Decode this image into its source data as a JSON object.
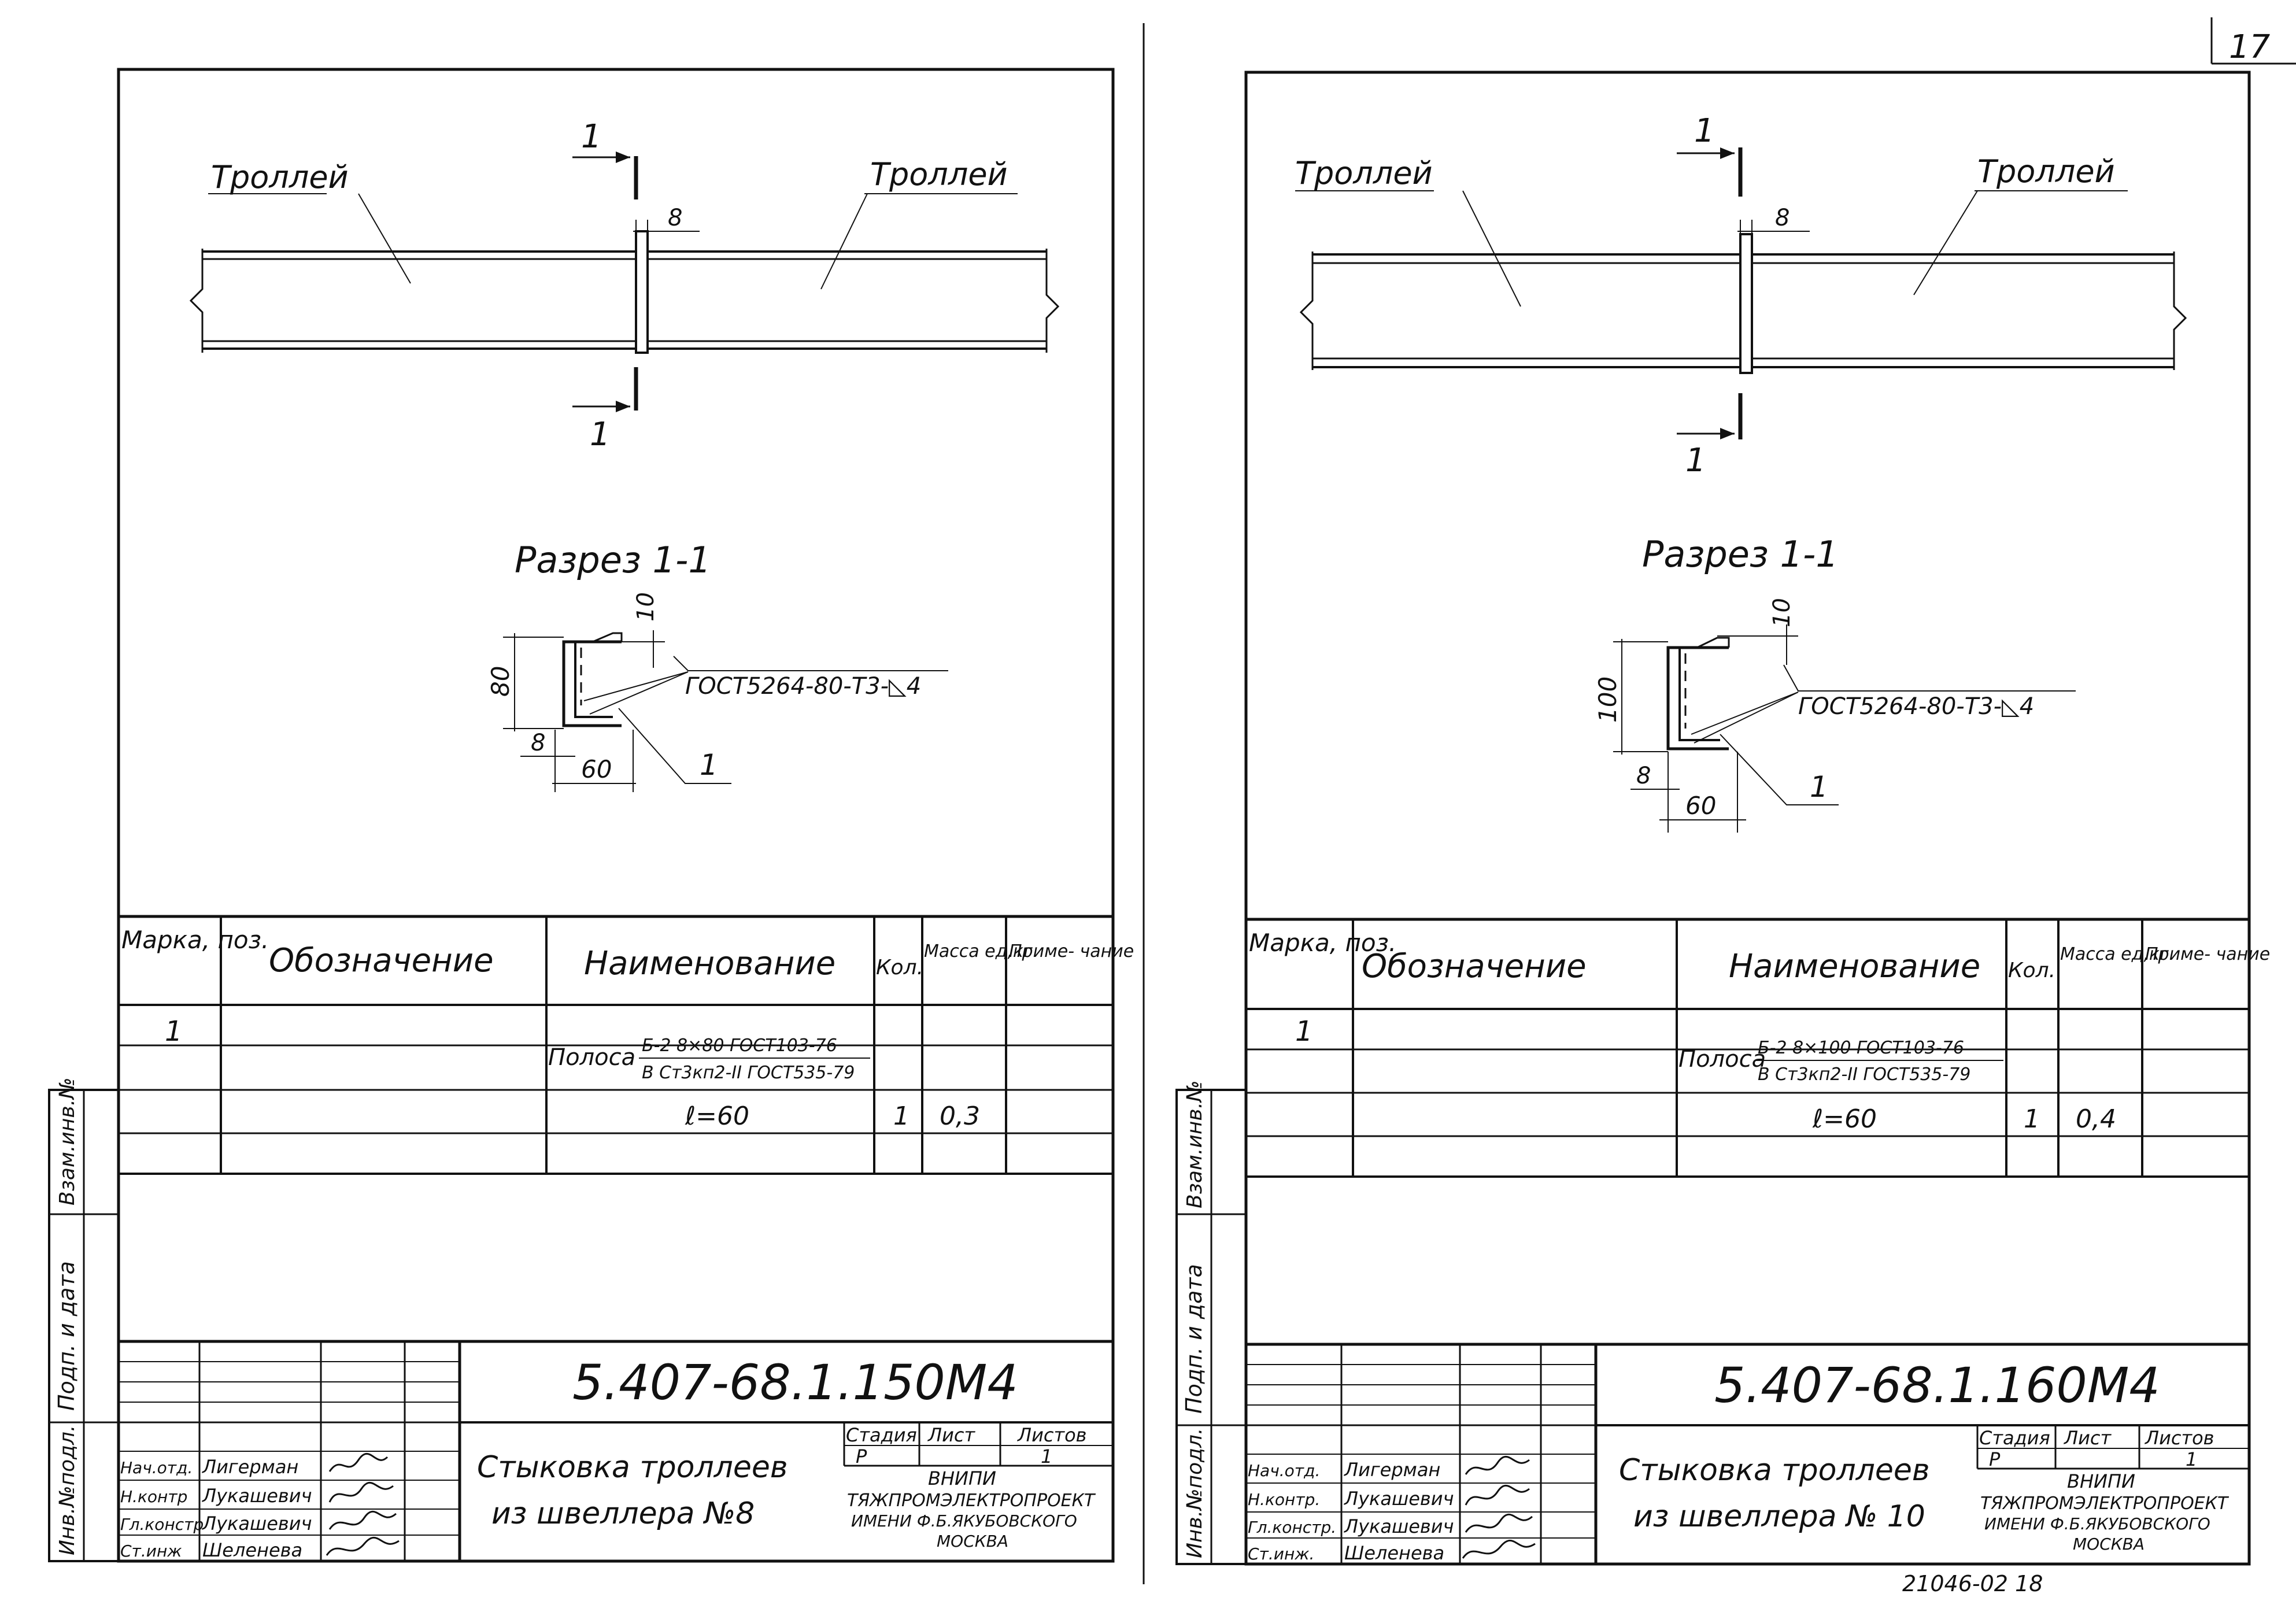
{
  "page_number": "17",
  "footer_code": "21046-02  18",
  "sheets": [
    {
      "trolley_left": "Троллей",
      "trolley_right": "Троллей",
      "section_mark": "1",
      "gap_dim": "8",
      "section_title": "Разрез 1-1",
      "dim_top": "10",
      "dim_height": "80",
      "dim_side": "8",
      "dim_width": "60",
      "weld_note": "ГОСТ5264-80-Т3-◺4",
      "pos_callout": "1",
      "table": {
        "headers": {
          "mark": "Марка, поз.",
          "designation": "Обозначение",
          "name": "Наименование",
          "qty": "Кол.",
          "mass": "Масса ед,кг",
          "note": "Приме- чание"
        },
        "row_pos": "1",
        "item_name": "Полоса",
        "item_spec_top": "Б-2 8×80 ГОСТ103-76",
        "item_spec_bottom": "В Ст3кп2-II ГОСТ535-79",
        "length": "ℓ=60",
        "qty": "1",
        "mass": "0,3"
      },
      "side_labels": {
        "inv_orig": "Инв.№подл.",
        "sign_date": "Подп. и дата",
        "replace_inv": "Взам.инв.№"
      },
      "stamp": {
        "doc_code": "5.407-68.1.150М4",
        "title_line1": "Стыковка троллеев",
        "title_line2": "из швеллера №8",
        "stage_label": "Стадия",
        "sheet_label": "Лист",
        "sheets_label": "Листов",
        "stage": "Р",
        "sheets_count": "1",
        "org_line1": "ВНИПИ",
        "org_line2": "ТЯЖПРОМЭЛЕКТРОПРОЕКТ",
        "org_line3": "ИМЕНИ Ф.Б.ЯКУБОВСКОГО",
        "org_line4": "МОСКВА",
        "roles": [
          "Нач.отд.",
          "Н.контр",
          "Гл.констр",
          "Ст.инж"
        ],
        "names": [
          "Лигерман",
          "Лукашевич",
          "Лукашевич",
          "Шеленева"
        ]
      }
    },
    {
      "trolley_left": "Троллей",
      "trolley_right": "Троллей",
      "section_mark": "1",
      "gap_dim": "8",
      "section_title": "Разрез 1-1",
      "dim_top": "10",
      "dim_height": "100",
      "dim_side": "8",
      "dim_width": "60",
      "weld_note": "ГОСТ5264-80-Т3-◺4",
      "pos_callout": "1",
      "table": {
        "headers": {
          "mark": "Марка, поз.",
          "designation": "Обозначение",
          "name": "Наименование",
          "qty": "Кол.",
          "mass": "Масса ед,кг",
          "note": "Приме- чание"
        },
        "row_pos": "1",
        "item_name": "Полоса",
        "item_spec_top": "Б-2 8×100 ГОСТ103-76",
        "item_spec_bottom": "В Ст3кп2-II ГОСТ535-79",
        "length": "ℓ=60",
        "qty": "1",
        "mass": "0,4"
      },
      "side_labels": {
        "inv_orig": "Инв.№подл.",
        "sign_date": "Подп. и дата",
        "replace_inv": "Взам.инв.№"
      },
      "stamp": {
        "doc_code": "5.407-68.1.160М4",
        "title_line1": "Стыковка троллеев",
        "title_line2": "из швеллера № 10",
        "stage_label": "Стадия",
        "sheet_label": "Лист",
        "sheets_label": "Листов",
        "stage": "Р",
        "sheets_count": "1",
        "org_line1": "ВНИПИ",
        "org_line2": "ТЯЖПРОМЭЛЕКТРОПРОЕКТ",
        "org_line3": "ИМЕНИ Ф.Б.ЯКУБОВСКОГО",
        "org_line4": "МОСКВА",
        "roles": [
          "Нач.отд.",
          "Н.контр.",
          "Гл.констр.",
          "Ст.инж."
        ],
        "names": [
          "Лигерман",
          "Лукашевич",
          "Лукашевич",
          "Шеленева"
        ]
      }
    }
  ]
}
